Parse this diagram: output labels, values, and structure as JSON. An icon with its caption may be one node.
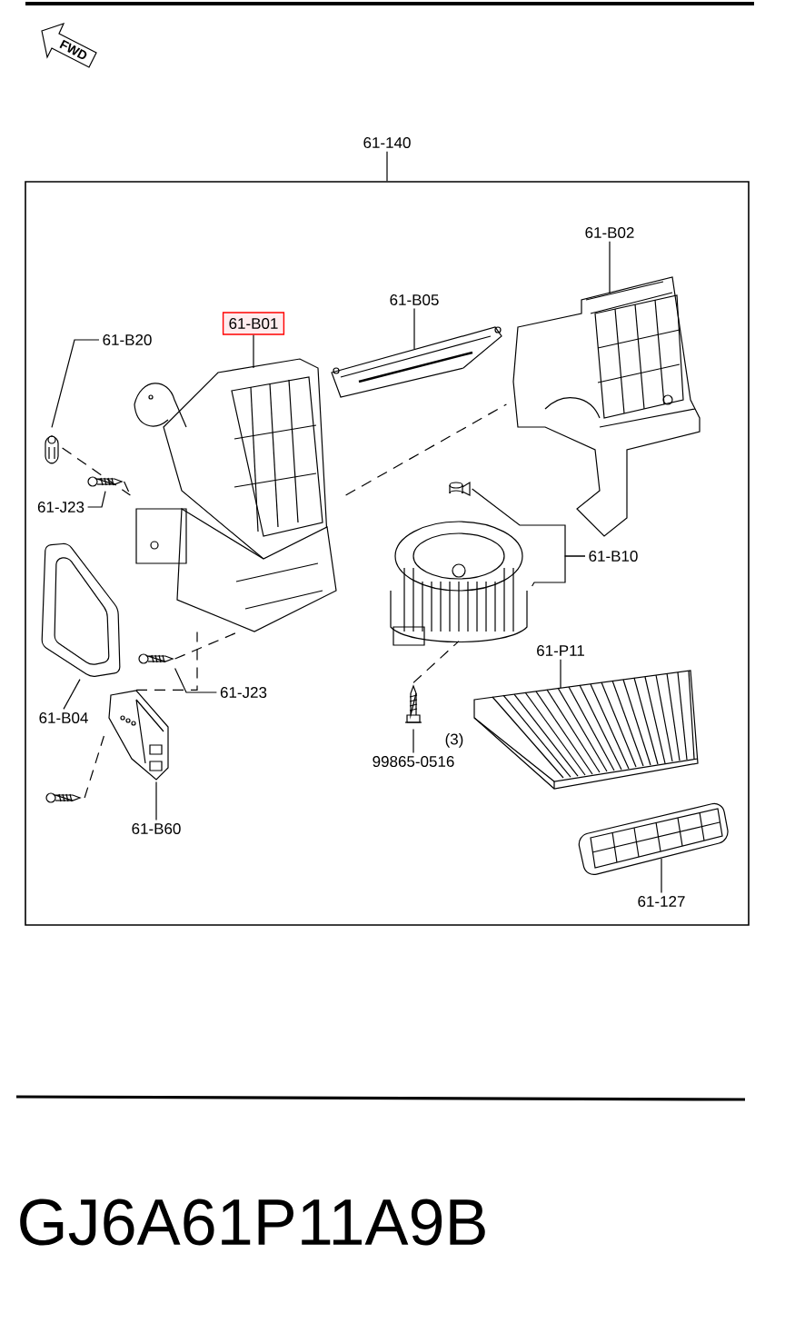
{
  "diagram": {
    "nodes": [
      {
        "text": [
          "FWD"
        ]
      },
      {
        "text": [
          "61-140"
        ]
      },
      {
        "text": [],
        "shape": "box"
      },
      {
        "text": [
          "61-B02"
        ],
        "in": 2
      },
      {
        "text": [],
        "shape": "picture",
        "in": 2
      },
      {
        "text": [
          "61-B05"
        ],
        "in": 2
      },
      {
        "text": [],
        "shape": "picture",
        "in": 2
      },
      {
        "text": [
          "61-B01"
        ],
        "in": 2
      },
      {
        "text": [],
        "shape": "picture",
        "in": 2
      },
      {
        "text": [
          "61-B20"
        ],
        "in": 2
      },
      {
        "text": [],
        "shape": "picture",
        "in": 2
      },
      {
        "text": [
          "61-J23"
        ],
        "in": 2
      },
      {
        "text": [],
        "shape": "picture",
        "in": 2
      },
      {
        "text": [
          "61-B10"
        ],
        "in": 2
      },
      {
        "text": [],
        "shape": "picture",
        "in": 2
      },
      {
        "text": [],
        "shape": "picture",
        "in": 2
      },
      {
        "text": [
          "61-B04"
        ],
        "in": 2
      },
      {
        "text": [],
        "shape": "picture",
        "in": 2
      },
      {
        "text": [
          "61-J23"
        ],
        "in": 2
      },
      {
        "text": [],
        "shape": "picture",
        "in": 2
      },
      {
        "text": [
          "99865-0516"
        ],
        "beside": [
          "(3)"
        ],
        "in": 2
      },
      {
        "text": [],
        "shape": "picture",
        "in": 2
      },
      {
        "text": [
          "61-P11"
        ],
        "in": 2
      },
      {
        "text": [],
        "shape": "picture",
        "in": 2
      },
      {
        "text": [],
        "shape": "picture",
        "in": 2
      },
      {
        "text": [],
        "shape": "picture",
        "in": 2
      },
      {
        "text": [
          "61-B60"
        ],
        "in": 2
      },
      {
        "text": [],
        "shape": "picture",
        "in": 2
      },
      {
        "text": [
          "61-127"
        ],
        "in": 2
      }
    ],
    "edges": [
      {
        "from": 1,
        "to": 2,
        "arrow": "none"
      },
      {
        "from": 3,
        "to": 4,
        "arrow": "none"
      },
      {
        "from": 5,
        "to": 6,
        "arrow": "none"
      },
      {
        "from": 7,
        "to": 8,
        "arrow": "none"
      },
      {
        "from": 9,
        "to": 10,
        "arrow": "none"
      },
      {
        "from": 11,
        "to": 12,
        "arrow": "none"
      },
      {
        "from": 13,
        "to": 14,
        "arrow": "none"
      },
      {
        "from": 13,
        "to": 15,
        "arrow": "none"
      },
      {
        "from": 16,
        "to": 17,
        "arrow": "none"
      },
      {
        "from": 18,
        "to": 19,
        "arrow": "none"
      },
      {
        "from": 20,
        "to": 21,
        "arrow": "none"
      },
      {
        "from": 22,
        "to": 23,
        "arrow": "none"
      },
      {
        "from": 26,
        "to": 24,
        "arrow": "none"
      },
      {
        "from": 28,
        "to": 27,
        "arrow": "none"
      },
      {
        "from": 10,
        "to": 8,
        "arrow": "none",
        "style": "dashed"
      },
      {
        "from": 12,
        "to": 8,
        "arrow": "none",
        "style": "dashed"
      },
      {
        "from": 8,
        "to": 4,
        "arrow": "none",
        "style": "dashed"
      },
      {
        "from": 19,
        "to": 8,
        "arrow": "none",
        "style": "dashed"
      },
      {
        "from": 21,
        "to": 15,
        "arrow": "none",
        "style": "dashed"
      },
      {
        "from": 25,
        "to": 24,
        "arrow": "none",
        "style": "dashed"
      },
      {
        "from": 24,
        "to": 8,
        "arrow": "none",
        "style": "dashed"
      }
    ],
    "labels": [
      "GJ6A61P11A9B"
    ]
  }
}
